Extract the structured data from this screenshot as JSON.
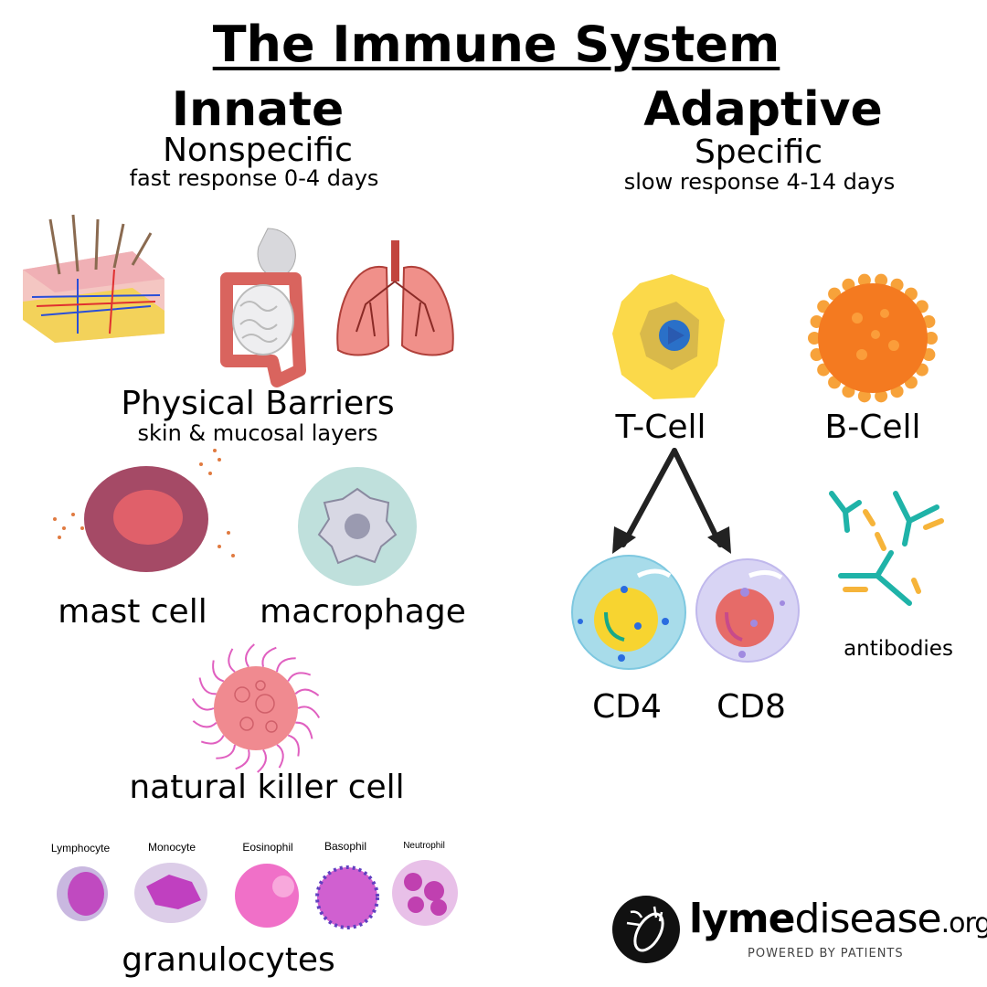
{
  "title": "The Immune System",
  "innate": {
    "heading": "Innate",
    "subheading": "Nonspecific",
    "response": "fast response 0-4 days",
    "physical_barriers": {
      "label": "Physical Barriers",
      "sublabel": "skin & mucosal layers"
    },
    "cells": {
      "mast": "mast cell",
      "macrophage": "macrophage",
      "nk": "natural killer cell"
    },
    "granulocytes": {
      "label": "granulocytes",
      "types": [
        "Lymphocyte",
        "Monocyte",
        "Eosinophil",
        "Basophil",
        "Neutrophil"
      ]
    }
  },
  "adaptive": {
    "heading": "Adaptive",
    "subheading": "Specific",
    "response": "slow response 4-14 days",
    "t_cell": "T-Cell",
    "b_cell": "B-Cell",
    "cd4": "CD4",
    "cd8": "CD8",
    "antibodies": "antibodies"
  },
  "logo": {
    "name_bold": "lyme",
    "name_light": "disease",
    "tld": ".org",
    "tagline": "POWERED BY PATIENTS"
  }
}
